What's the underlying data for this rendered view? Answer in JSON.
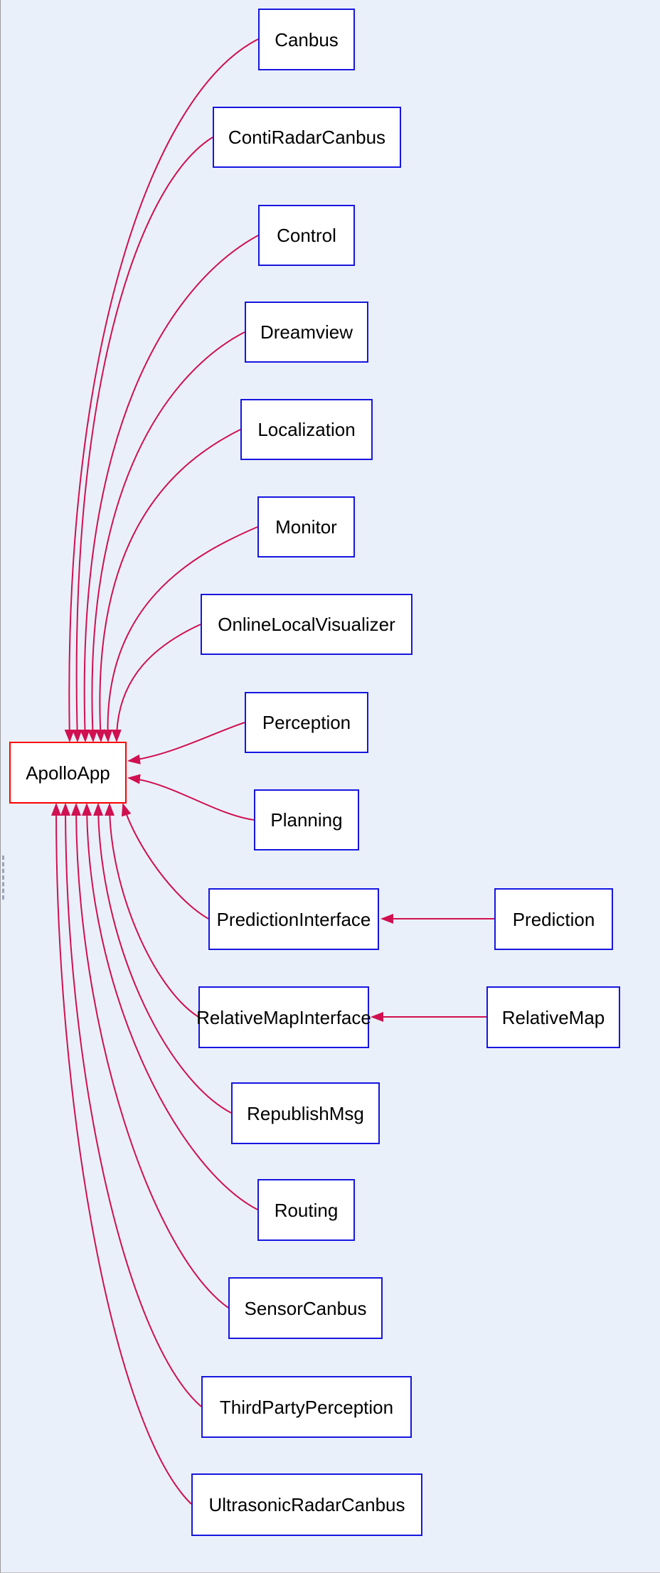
{
  "diagram": {
    "base_node": {
      "id": "apollo-app",
      "label": "ApolloApp"
    },
    "derived_nodes": [
      {
        "id": "canbus",
        "label": "Canbus"
      },
      {
        "id": "conti-radar-canbus",
        "label": "ContiRadarCanbus"
      },
      {
        "id": "control",
        "label": "Control"
      },
      {
        "id": "dreamview",
        "label": "Dreamview"
      },
      {
        "id": "localization",
        "label": "Localization"
      },
      {
        "id": "monitor",
        "label": "Monitor"
      },
      {
        "id": "online-local-visualizer",
        "label": "OnlineLocalVisualizer"
      },
      {
        "id": "perception",
        "label": "Perception"
      },
      {
        "id": "planning",
        "label": "Planning"
      },
      {
        "id": "prediction-interface",
        "label": "PredictionInterface"
      },
      {
        "id": "relative-map-interface",
        "label": "RelativeMapInterface"
      },
      {
        "id": "republish-msg",
        "label": "RepublishMsg"
      },
      {
        "id": "routing",
        "label": "Routing"
      },
      {
        "id": "sensor-canbus",
        "label": "SensorCanbus"
      },
      {
        "id": "third-party-perception",
        "label": "ThirdPartyPerception"
      },
      {
        "id": "ultrasonic-radar-canbus",
        "label": "UltrasonicRadarCanbus"
      }
    ],
    "secondary_nodes": [
      {
        "id": "prediction",
        "label": "Prediction",
        "points_to": "PredictionInterface"
      },
      {
        "id": "relative-map",
        "label": "RelativeMap",
        "points_to": "RelativeMapInterface"
      }
    ],
    "edges": [
      {
        "from": "Canbus",
        "to": "ApolloApp"
      },
      {
        "from": "ContiRadarCanbus",
        "to": "ApolloApp"
      },
      {
        "from": "Control",
        "to": "ApolloApp"
      },
      {
        "from": "Dreamview",
        "to": "ApolloApp"
      },
      {
        "from": "Localization",
        "to": "ApolloApp"
      },
      {
        "from": "Monitor",
        "to": "ApolloApp"
      },
      {
        "from": "OnlineLocalVisualizer",
        "to": "ApolloApp"
      },
      {
        "from": "Perception",
        "to": "ApolloApp"
      },
      {
        "from": "Planning",
        "to": "ApolloApp"
      },
      {
        "from": "PredictionInterface",
        "to": "ApolloApp"
      },
      {
        "from": "RelativeMapInterface",
        "to": "ApolloApp"
      },
      {
        "from": "RepublishMsg",
        "to": "ApolloApp"
      },
      {
        "from": "Routing",
        "to": "ApolloApp"
      },
      {
        "from": "SensorCanbus",
        "to": "ApolloApp"
      },
      {
        "from": "ThirdPartyPerception",
        "to": "ApolloApp"
      },
      {
        "from": "UltrasonicRadarCanbus",
        "to": "ApolloApp"
      },
      {
        "from": "Prediction",
        "to": "PredictionInterface"
      },
      {
        "from": "RelativeMap",
        "to": "RelativeMapInterface"
      }
    ],
    "colors": {
      "node_border": "#1616E0",
      "base_border": "#FF0000",
      "edge": "#D01050",
      "background": "#EAF0FA",
      "node_fill": "#FFFFFF"
    }
  }
}
